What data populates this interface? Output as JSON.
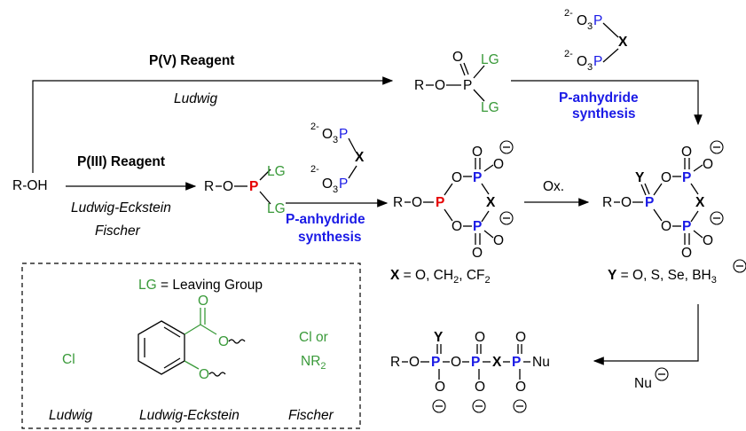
{
  "left": {
    "roh": "R-OH"
  },
  "top_route": {
    "reagent": "P(V) Reagent",
    "author": "Ludwig"
  },
  "bottom_route": {
    "reagent": "P(III) Reagent",
    "author1": "Ludwig-Eckstein",
    "author2": "Fischer"
  },
  "anhydride_label_1": "P-anhydride",
  "anhydride_label_2": "synthesis",
  "oxidation": "Ox.",
  "x_list": {
    "bold": "X",
    "rest": " = O, CH",
    "sub1": "2",
    "mid": ", CF",
    "sub2": "2"
  },
  "y_list": {
    "bold": "Y",
    "rest": " = O, S, Se, BH",
    "sub": "3"
  },
  "legend": {
    "lg_abbr": "LG",
    "lg_def": " = Leaving Group",
    "cl": "Cl",
    "cl_or": "Cl or",
    "nr": "NR",
    "nr_sub": "2",
    "names": [
      "Ludwig",
      "Ludwig-Eckstein",
      "Fischer"
    ]
  },
  "atoms": {
    "R": "R",
    "O": "O",
    "P": "P",
    "X": "X",
    "Y": "Y",
    "LG": "LG",
    "Nu": "Nu",
    "minus": "−",
    "two_minus": "2-",
    "three": "3"
  },
  "nucleophile": "Nu",
  "colors": {
    "green": "#3a9a3a",
    "blue": "#1a1ae6",
    "red": "#e60000"
  }
}
